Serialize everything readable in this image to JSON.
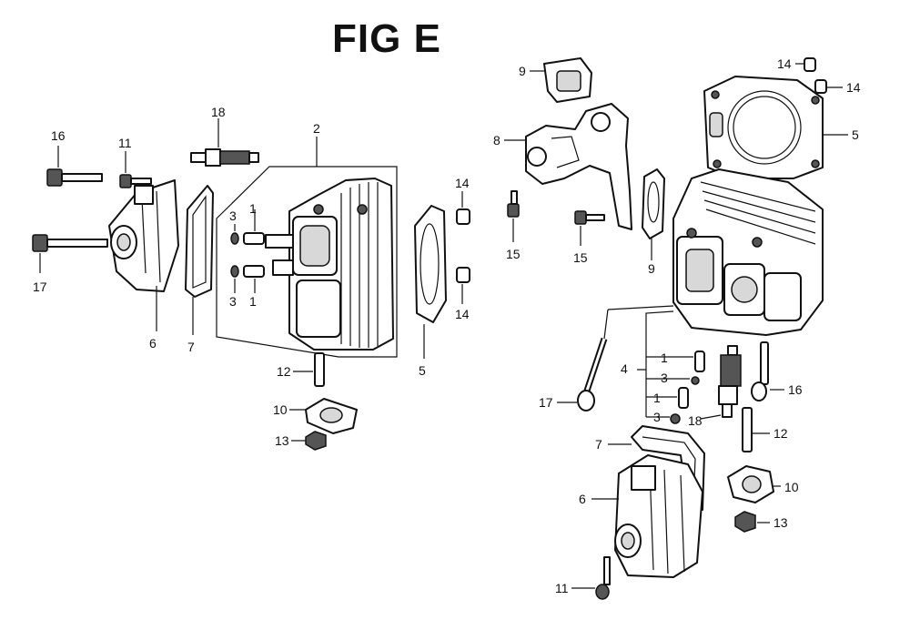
{
  "title": "FIG E",
  "parts": [
    {
      "no": "1"
    },
    {
      "no": "2"
    },
    {
      "no": "3"
    },
    {
      "no": "4"
    },
    {
      "no": "5"
    },
    {
      "no": "6"
    },
    {
      "no": "7"
    },
    {
      "no": "8"
    },
    {
      "no": "9"
    },
    {
      "no": "10"
    },
    {
      "no": "11"
    },
    {
      "no": "12"
    },
    {
      "no": "13"
    },
    {
      "no": "14"
    },
    {
      "no": "15"
    },
    {
      "no": "16"
    },
    {
      "no": "17"
    },
    {
      "no": "18"
    }
  ]
}
